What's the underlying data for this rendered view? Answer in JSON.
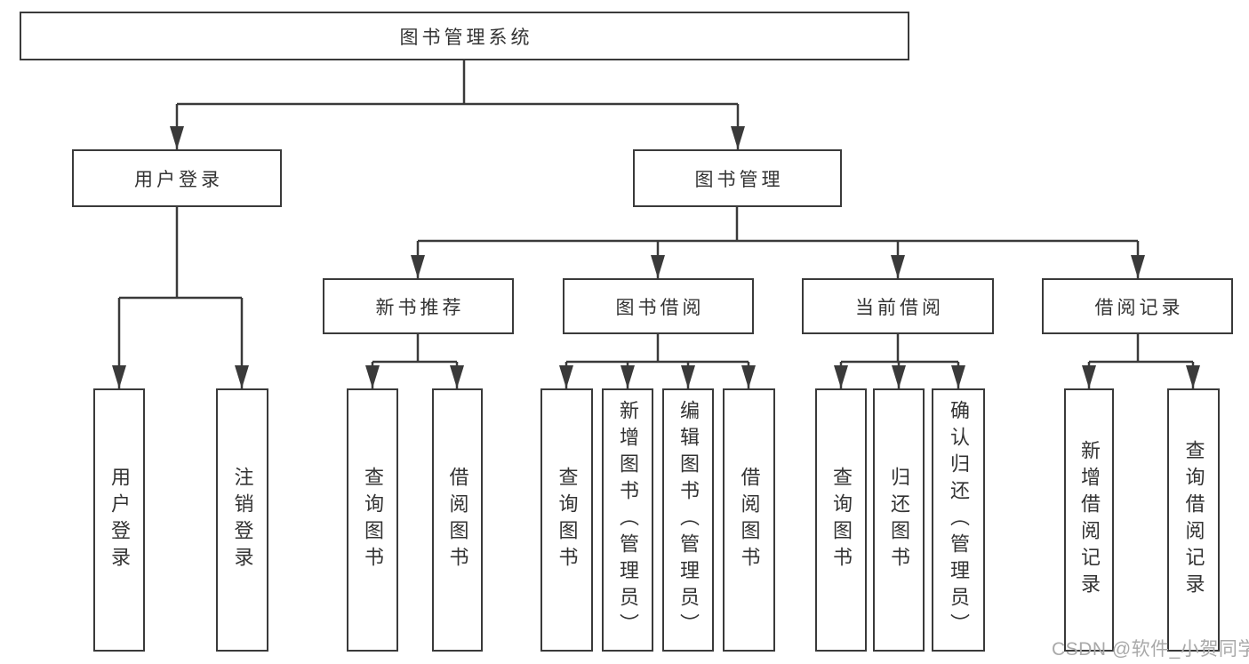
{
  "diagram": {
    "title": "图书管理系统",
    "level2": {
      "user_login": "用户登录",
      "book_mgmt": "图书管理"
    },
    "level3": {
      "new_book_rec": "新书推荐",
      "book_borrow": "图书借阅",
      "current_borrow": "当前借阅",
      "borrow_record": "借阅记录"
    },
    "leaves": {
      "ul_login": "用户登录",
      "ul_logout": "注销登录",
      "nbr_query": "查询图书",
      "nbr_borrow": "借阅图书",
      "bb_query": "查询图书",
      "bb_add": "新增图书（管理员）",
      "bb_edit": "编辑图书（管理员）",
      "bb_borrow": "借阅图书",
      "cb_query": "查询图书",
      "cb_return": "归还图书",
      "cb_confirm": "确认归还（管理员）",
      "br_add": "新增借阅记录",
      "br_query": "查询借阅记录"
    }
  },
  "watermark": "CSDN @软件_小贺同学",
  "colors": {
    "line": "#3a3a3a",
    "text": "#333333",
    "watermark": "#a9a9a9",
    "background": "#ffffff"
  }
}
